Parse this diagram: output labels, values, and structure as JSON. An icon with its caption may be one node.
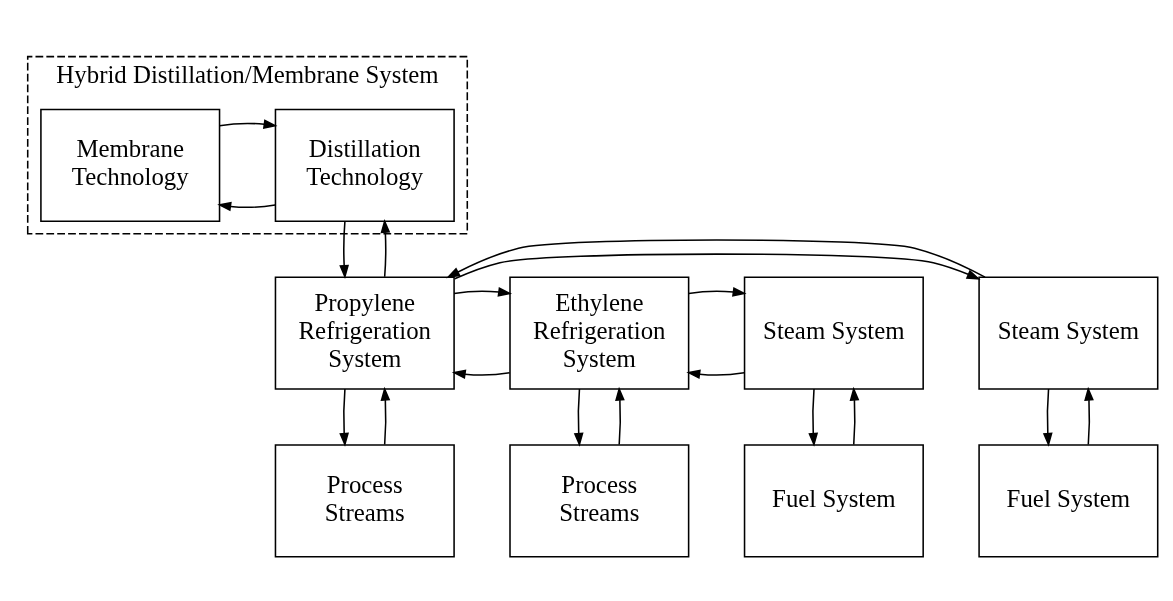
{
  "diagram": {
    "nodes": [
      {
        "text": [
          "Hybrid Distillation/Membrane System"
        ]
      },
      {
        "text": [
          "Distillation Technology"
        ],
        "in": 0
      },
      {
        "text": [
          "Membrane Technology"
        ],
        "in": 0
      },
      {
        "text": [
          "Steam System"
        ]
      },
      {
        "text": [
          "Propylene Refrigeration System"
        ]
      },
      {
        "text": [
          "Ethylene Refrigeration System"
        ]
      },
      {
        "text": [
          "Steam System"
        ]
      },
      {
        "text": [
          "Fuel System"
        ]
      },
      {
        "text": [
          "Process Streams"
        ]
      },
      {
        "text": [
          "Process Streams"
        ]
      },
      {
        "text": [
          "Fuel System"
        ]
      }
    ],
    "edges": [
      {
        "from": 1,
        "to": 2,
        "arrow": "to"
      },
      {
        "from": 2,
        "to": 1,
        "arrow": "to"
      },
      {
        "from": 1,
        "to": 4,
        "arrow": "to"
      },
      {
        "from": 4,
        "to": 1,
        "arrow": "to"
      },
      {
        "from": 4,
        "to": 3,
        "arrow": "to"
      },
      {
        "from": 3,
        "to": 4,
        "arrow": "to"
      },
      {
        "from": 5,
        "to": 4,
        "arrow": "to"
      },
      {
        "from": 4,
        "to": 5,
        "arrow": "to"
      },
      {
        "from": 6,
        "to": 5,
        "arrow": "to"
      },
      {
        "from": 5,
        "to": 6,
        "arrow": "to"
      },
      {
        "from": 3,
        "to": 7,
        "arrow": "to"
      },
      {
        "from": 7,
        "to": 3,
        "arrow": "to"
      },
      {
        "from": 4,
        "to": 8,
        "arrow": "to"
      },
      {
        "from": 8,
        "to": 4,
        "arrow": "to"
      },
      {
        "from": 5,
        "to": 9,
        "arrow": "to"
      },
      {
        "from": 9,
        "to": 5,
        "arrow": "to"
      },
      {
        "from": 6,
        "to": 10,
        "arrow": "to"
      },
      {
        "from": 10,
        "to": 6,
        "arrow": "to"
      }
    ]
  }
}
